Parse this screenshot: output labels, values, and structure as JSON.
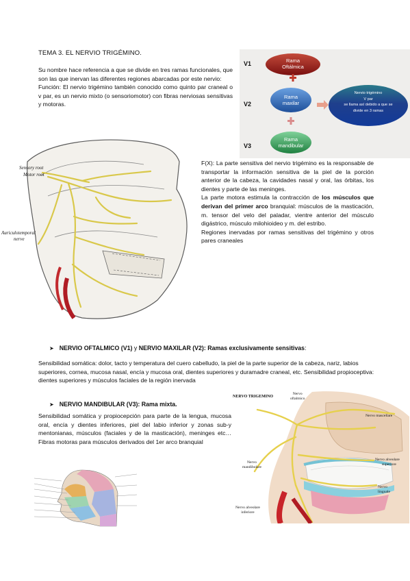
{
  "title": "TEMA 3. EL NERVIO TRIGÉMINO.",
  "intro": {
    "para1": "Su nombre hace referencia a que se divide en tres ramas funcionales, que son las que inervan las diferentes regiones abarcadas por este nervio:",
    "para2": "Función: El nervio trigémino también conocido como quinto par craneal o v par, es un nervio mixto (o sensoriomotor) con fibras nerviosas sensitivas y motoras."
  },
  "diagram": {
    "v1": "V1",
    "v2": "V2",
    "v3": "V3",
    "rama_oftalmica": [
      "Rama",
      "Oftálmica"
    ],
    "rama_maxilar": [
      "Rama",
      "maxilar"
    ],
    "rama_mandibular": [
      "Rama",
      "mandibular"
    ],
    "oval_lines": [
      "Nervio trigémino",
      "V par",
      "se llama así debido a que se",
      "divide en 3 ramas"
    ],
    "colors": {
      "red": "#9b1b1b",
      "blue": "#2a63b8",
      "green": "#2f9a55",
      "cross": "#c0392b"
    }
  },
  "skull_labels": {
    "sensory_root": "Sensory root",
    "motor_root": "Motor root",
    "auriculotemporal": [
      "Auriculotemporal",
      "nerve"
    ]
  },
  "fx": {
    "para1": "F(X): La parte sensitiva del nervio trigémino es la responsable de transportar la información sensitiva de la piel de la porción anterior de la cabeza, la cavidades nasal y oral, las órbitas, los dientes y parte de las meninges.",
    "para2_a": "La parte motora estimula la contracción de ",
    "para2_bold": "los músculos que derivan del primer arco",
    "para2_b": " branquial: músculos de la masticación, m. tensor del velo del paladar, vientre anterior del músculo digástrico, músculo milohioideo y m. del estribo.",
    "para3": "Regiones inervadas por ramas sensitivas del trigémino y otros pares craneales"
  },
  "bullet1": {
    "bold1": "NERVIO OFTALMICO (V1)",
    "plain": " y ",
    "bold2": "NERVIO MAXILAR (V2): Ramas exclusivamente sensitivas",
    "tail": ":"
  },
  "sens1": "Sensibilidad somática: dolor, tacto y temperatura del cuero cabelludo, la piel de la parte superior de la cabeza, nariz, labios superiores, cornea, mucosa nasal, encía y mucosa oral, dientes superiores y duramadre craneal, etc. Sensibilidad propioceptiva: dientes superiores y músculos faciales de la región inervada",
  "bullet2": {
    "bold": "NERVIO MANDIBULAR (V3): Rama mixta."
  },
  "mand": "Sensibilidad somática y propiocepción para parte de la lengua, mucosa oral, encía y dientes inferiores, piel del labio inferior y zonas sub-y mentonianas, músculos (faciales y de la masticación), meninges etc… Fibras motoras para músculos derivados del 1er arco branquial",
  "jaw_labels": {
    "trigemino": "NERVO TRIGEMINO",
    "oftalmico": [
      "Nervo",
      "oftalmico"
    ],
    "mascellare": "Nervo mascellare",
    "mandibolare": [
      "Nervo",
      "mandibolare"
    ],
    "alveolare_sup": [
      "Nervo alveolare",
      "superiore"
    ],
    "linguale": [
      "Nervo",
      "linguale"
    ],
    "alveolare_inf": [
      "Nervo alveolare",
      "inferiore"
    ]
  }
}
